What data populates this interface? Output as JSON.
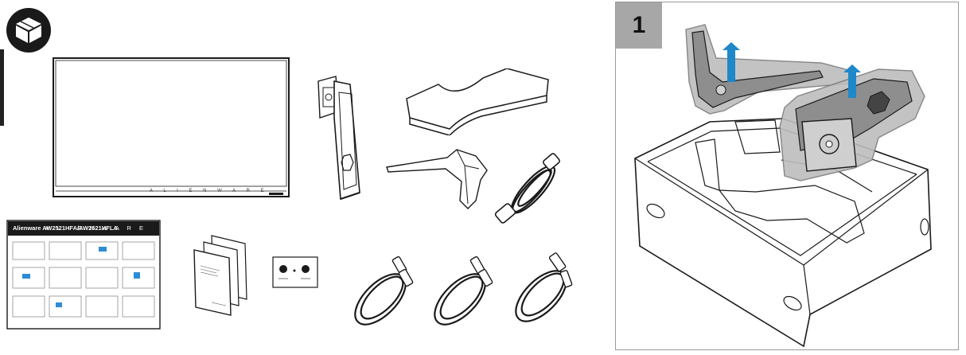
{
  "box_icon": {
    "icon": "package-box-icon"
  },
  "monitor": {
    "brand_strip": "A L I E N W A R E"
  },
  "quick_start_guide": {
    "model_title": "Alienware AW2521HFA/AW2521HFLA",
    "brand": "A L I E N W A R E"
  },
  "step": {
    "number": "1"
  },
  "colors": {
    "line": "#1a1a1a",
    "arrow": "#1e88c8",
    "highlight": "#8c8c8c",
    "badge": "#a7a7a7"
  }
}
